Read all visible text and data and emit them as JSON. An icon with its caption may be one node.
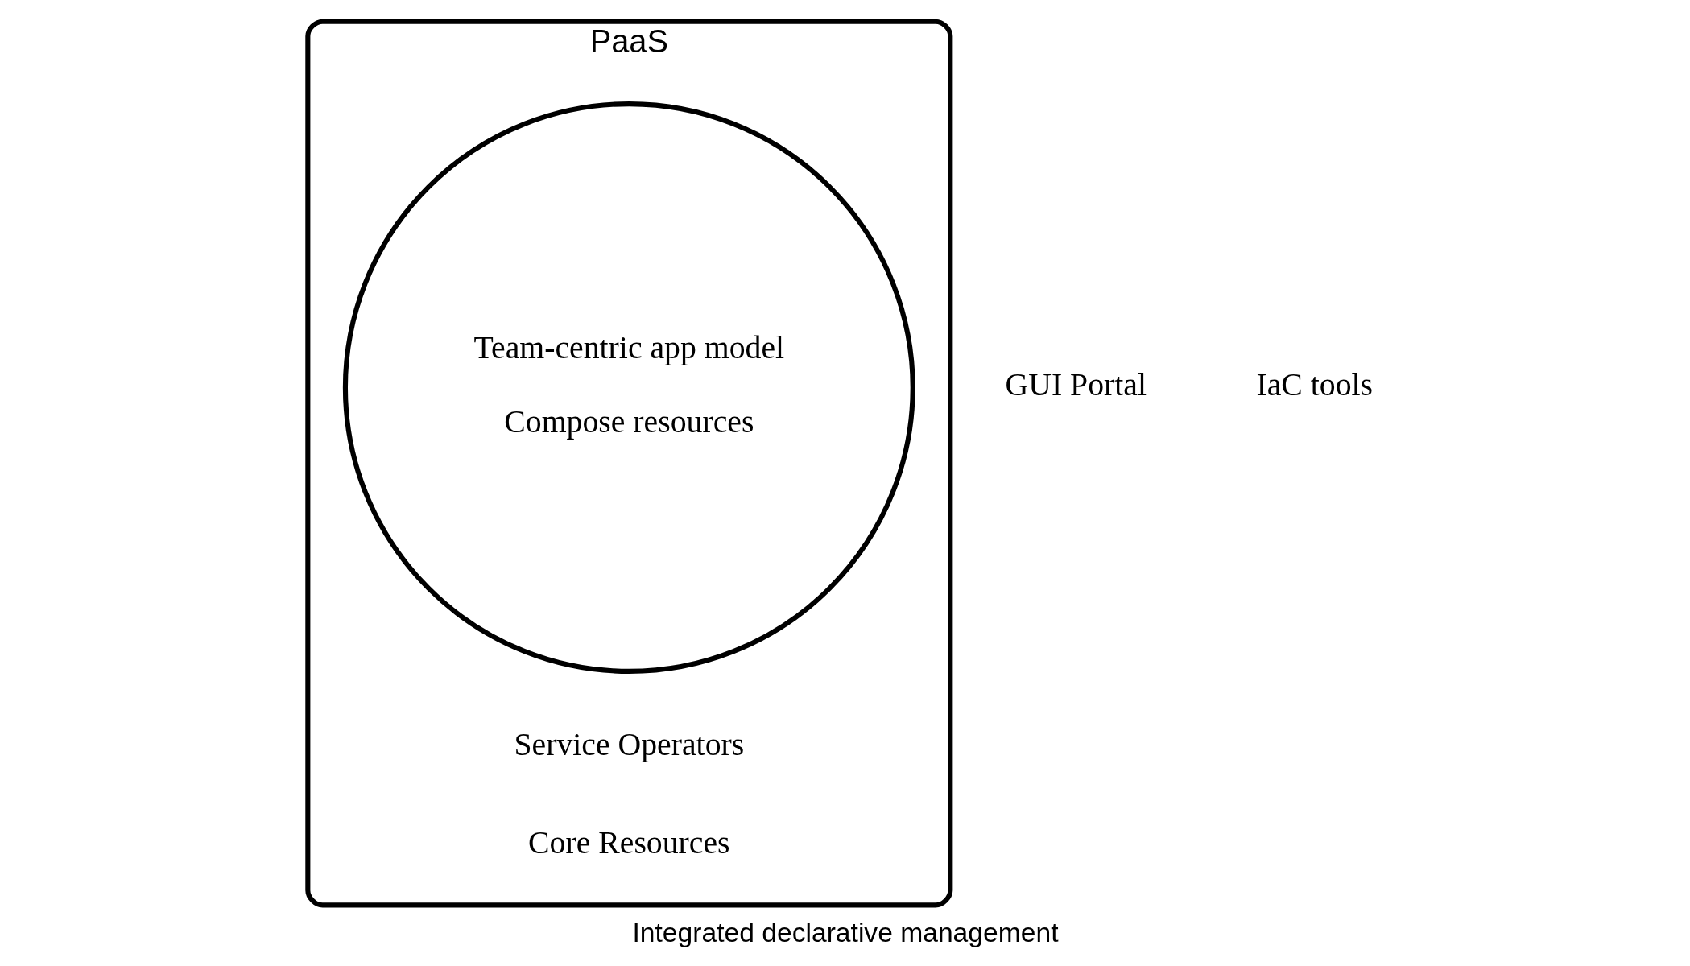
{
  "diagram": {
    "caption": "Integrated declarative management",
    "nodes": [
      {
        "text": [
          "PaaS",
          "Service Operators",
          "Core Resources"
        ]
      },
      {
        "text": [
          "Team-centric app model",
          "Compose resources"
        ],
        "in": 0
      }
    ],
    "labels": [
      "GUI Portal",
      "IaC tools"
    ]
  }
}
